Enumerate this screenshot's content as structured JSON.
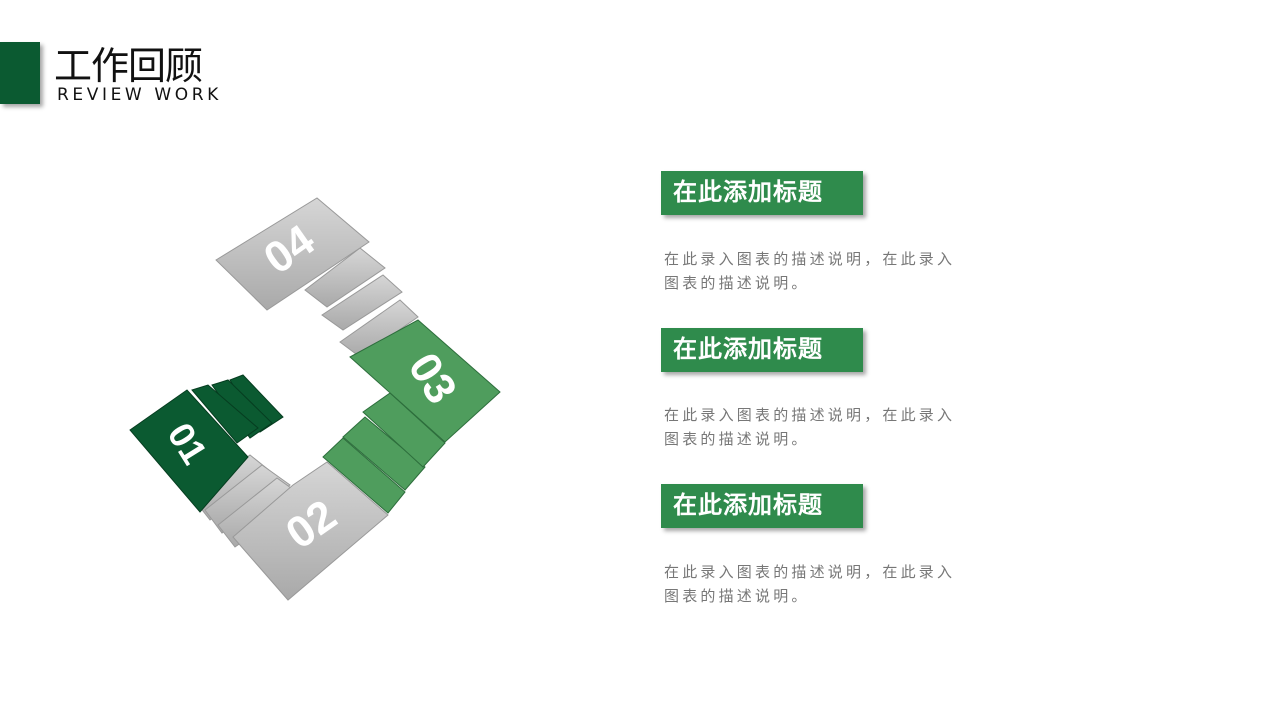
{
  "header": {
    "title": "工作回顾",
    "subtitle": "REVIEW WORK"
  },
  "diagram": {
    "steps": [
      "01",
      "02",
      "03",
      "04"
    ]
  },
  "items": [
    {
      "title": "在此添加标题",
      "desc": "在此录入图表的描述说明，在此录入图表的描述说明。"
    },
    {
      "title": "在此添加标题",
      "desc": "在此录入图表的描述说明，在此录入图表的描述说明。"
    },
    {
      "title": "在此添加标题",
      "desc": "在此录入图表的描述说明，在此录入图表的描述说明。"
    }
  ],
  "colors": {
    "dark_green": "#0b5a31",
    "green": "#4f9d5d",
    "label_green": "#2f8b4c",
    "gray": "#c4c4c4"
  }
}
